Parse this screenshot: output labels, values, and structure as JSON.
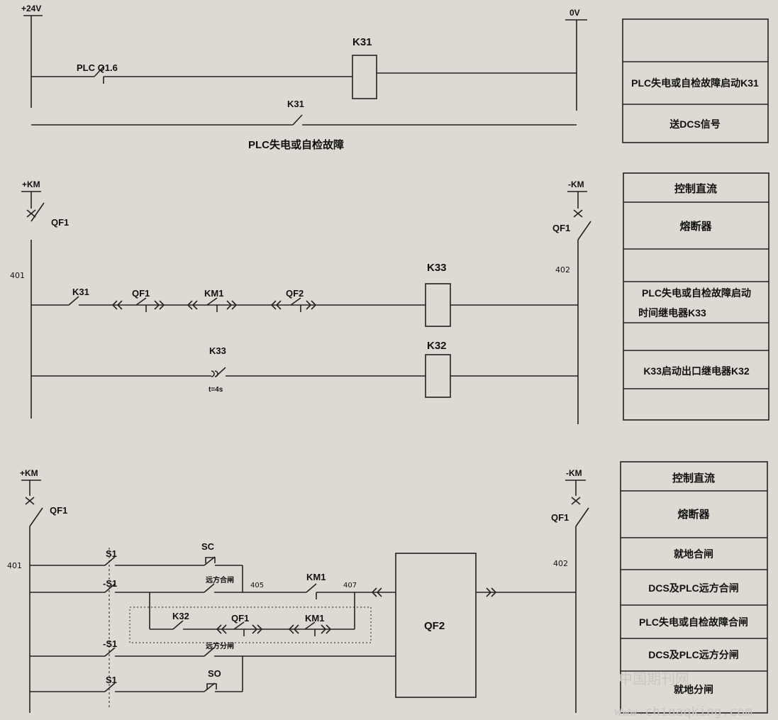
{
  "section1": {
    "left_rail": "+24V",
    "right_rail": "0V",
    "contact_plc": "PLC Q1.6",
    "coil_k31": "K31",
    "contact_k31": "K31",
    "caption": "PLC失电或自检故障",
    "table": [
      "",
      "PLC失电或自检故障启动K31",
      "送DCS信号"
    ]
  },
  "section2": {
    "left_rail": "+KM",
    "right_rail": "-KM",
    "breaker_left": "QF1",
    "breaker_right": "QF1",
    "node_left": "401",
    "node_right": "402",
    "row1_contacts": [
      "K31",
      "QF1",
      "KM1",
      "QF2"
    ],
    "coil_k33": "K33",
    "timer_contact": "K33",
    "timer_setting": "t=4s",
    "coil_k32": "K32",
    "table": [
      "控制直流",
      "熔断器",
      "",
      "PLC失电或自检故障启动",
      "时间继电器K33",
      "",
      "K33启动出口继电器K32",
      ""
    ]
  },
  "section3": {
    "left_rail": "+KM",
    "right_rail": "-KM",
    "breaker_left": "QF1",
    "breaker_right": "QF1",
    "node_left": "401",
    "node_right": "402",
    "s1_top": "S1",
    "sc": "SC",
    "s1_remote_close": "-S1",
    "remote_close": "远方合闸",
    "node_405": "405",
    "km1_main": "KM1",
    "node_407": "407",
    "k32": "K32",
    "qf1_inner": "QF1",
    "km1_inner": "KM1",
    "s1_remote_open": "-S1",
    "remote_open": "远方分闸",
    "s1_bottom": "S1",
    "so": "SO",
    "breaker": "QF2",
    "table": [
      "控制直流",
      "熔断器",
      "就地合闸",
      "DCS及PLC远方合闸",
      "PLC失电或自检故障合闸",
      "DCS及PLC远方分闸",
      "就地分闸"
    ]
  },
  "watermark": {
    "cn": "中国期刊网",
    "url": "www.chinaqking.com"
  }
}
